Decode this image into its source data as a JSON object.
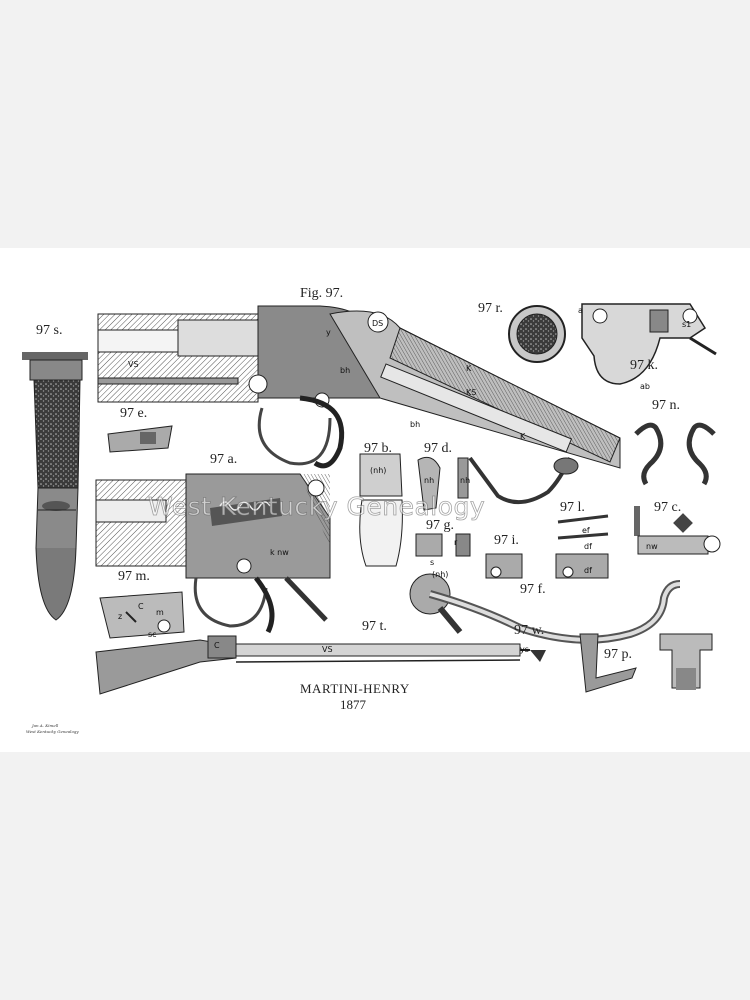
{
  "plate": {
    "figure_title": "Fig. 97.",
    "caption_line1": "MARTINI-HENRY",
    "caption_line2": "1877",
    "watermark": "West Kentucky Genealogy",
    "signature_line1": "Jan A. Kimell",
    "signature_line2": "West Kentucky Genealogy"
  },
  "figure_labels": {
    "s": "97 s.",
    "e": "97 e.",
    "a": "97 a.",
    "m": "97 m.",
    "b": "97 b.",
    "d": "97 d.",
    "g": "97 g.",
    "i": "97 i.",
    "l": "97 l.",
    "r": "97 r.",
    "k": "97 k.",
    "n": "97 n.",
    "c": "97 c.",
    "f": "97 f.",
    "t": "97 t.",
    "w": "97 w.",
    "p": "97 p."
  },
  "part_letters": {
    "vs_upper": "VS",
    "ks": "KS",
    "k_upper": "K",
    "k_lower": "K",
    "bh": "bh",
    "bh2": "bh",
    "ds": "DS",
    "y": "y",
    "nh": "(nh)",
    "nh2": "(nh)",
    "nh3": "nh",
    "nh4": "nh",
    "knw": "k nw",
    "sc": "sc",
    "c": "C",
    "z": "z",
    "m": "m",
    "ab": "ab",
    "a": "a",
    "s1": "s1",
    "vs_rifle": "VS",
    "c_rifle": "C",
    "ef": "ef",
    "df": "df",
    "df2": "df",
    "nw": "nw",
    "s": "s",
    "r": "r",
    "ys": "ys"
  }
}
